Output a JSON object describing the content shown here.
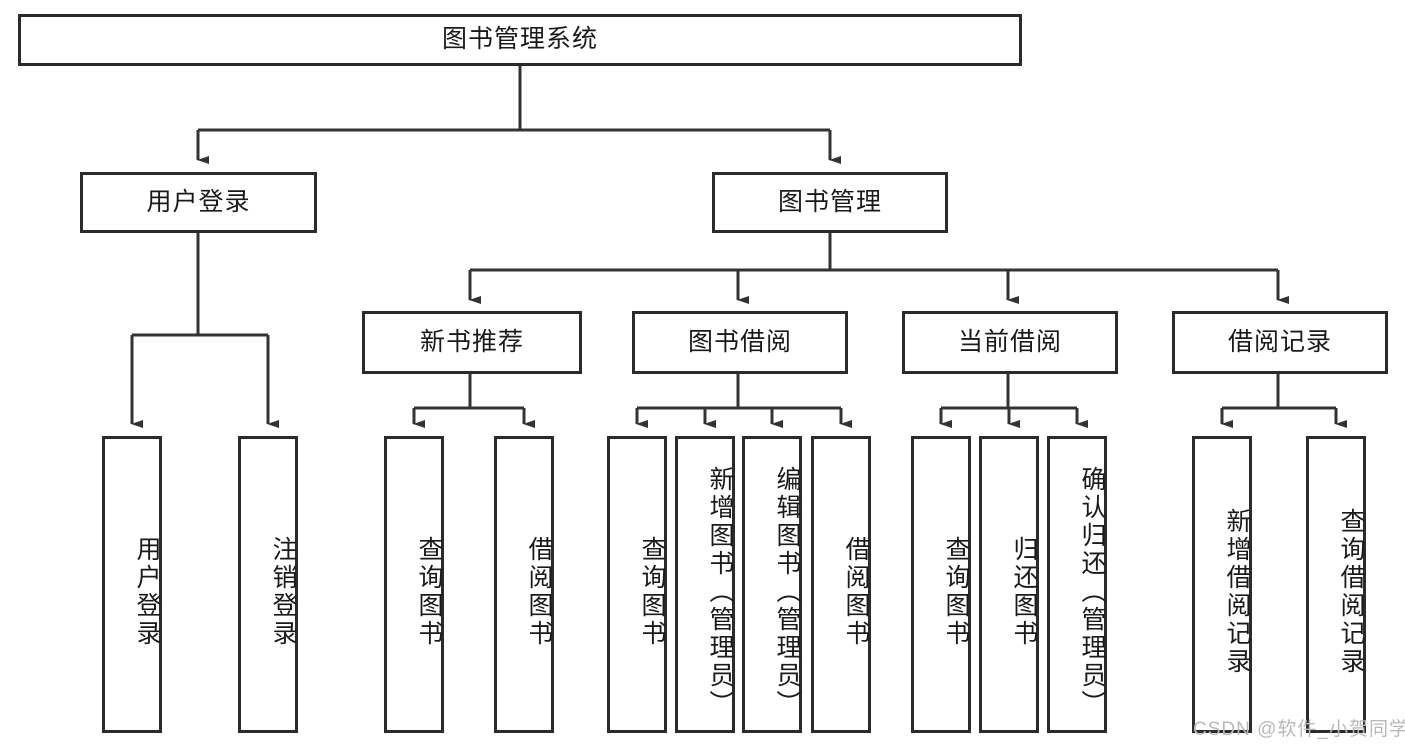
{
  "diagram": {
    "type": "tree-hierarchy",
    "title": "图书管理系统",
    "root": {
      "label": "图书管理系统"
    },
    "level1": [
      {
        "id": "user-login",
        "label": "用户登录"
      },
      {
        "id": "book-manage",
        "label": "图书管理"
      }
    ],
    "level2": [
      {
        "id": "new-book-recommend",
        "label": "新书推荐",
        "parent": "book-manage"
      },
      {
        "id": "book-borrow",
        "label": "图书借阅",
        "parent": "book-manage"
      },
      {
        "id": "current-borrow",
        "label": "当前借阅",
        "parent": "book-manage"
      },
      {
        "id": "borrow-record",
        "label": "借阅记录",
        "parent": "book-manage"
      }
    ],
    "leaves": {
      "user_login": [
        {
          "id": "leaf-user-login",
          "label": "用户登录"
        },
        {
          "id": "leaf-logout",
          "label": "注销登录"
        }
      ],
      "new_book_recommend": [
        {
          "id": "leaf-query-book-1",
          "label": "查询图书"
        },
        {
          "id": "leaf-borrow-book-1",
          "label": "借阅图书"
        }
      ],
      "book_borrow": [
        {
          "id": "leaf-query-book-2",
          "label": "查询图书"
        },
        {
          "id": "leaf-add-book",
          "label": "新增图书（管理员）"
        },
        {
          "id": "leaf-edit-book",
          "label": "编辑图书（管理员）"
        },
        {
          "id": "leaf-borrow-book-2",
          "label": "借阅图书"
        }
      ],
      "current_borrow": [
        {
          "id": "leaf-query-book-3",
          "label": "查询图书"
        },
        {
          "id": "leaf-return-book",
          "label": "归还图书"
        },
        {
          "id": "leaf-confirm-return",
          "label": "确认归还（管理员）"
        }
      ],
      "borrow_record": [
        {
          "id": "leaf-add-record",
          "label": "新增借阅记录"
        },
        {
          "id": "leaf-query-record",
          "label": "查询借阅记录"
        }
      ]
    }
  },
  "watermark": {
    "text": "CSDN @软件_小贺同学"
  },
  "colors": {
    "box_border": "#2b2b2b",
    "box_fill": "#ffffff",
    "line": "#333333",
    "text": "#1a1a1a",
    "watermark": "#b9b9b9",
    "background": "#ffffff"
  }
}
